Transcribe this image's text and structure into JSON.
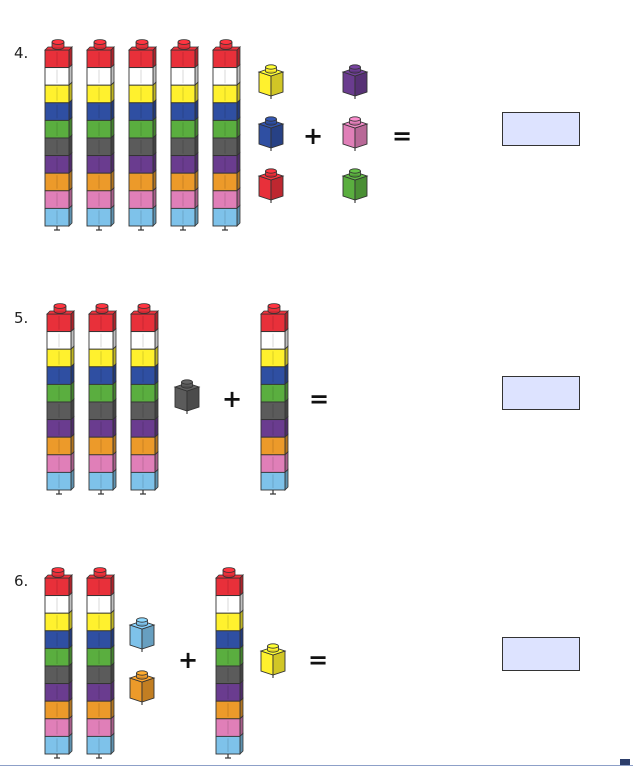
{
  "problems": [
    {
      "number": "4.",
      "plus": "+",
      "equals": "=",
      "towers": 5,
      "tower_colors": [
        "red",
        "white",
        "yellow",
        "blue",
        "green",
        "gray",
        "purple",
        "orange",
        "pink",
        "lightblue"
      ],
      "loose_cubes": [
        "yellow",
        "purple",
        "blue",
        "pink",
        "red",
        "green"
      ]
    },
    {
      "number": "5.",
      "plus": "+",
      "equals": "=",
      "towers": 3,
      "tower_colors": [
        "red",
        "white",
        "yellow",
        "blue",
        "green",
        "gray",
        "purple",
        "orange",
        "pink",
        "lightblue"
      ],
      "loose_cubes": [
        "gray"
      ],
      "second_tower": 1
    },
    {
      "number": "6.",
      "plus": "+",
      "equals": "=",
      "towers": 2,
      "tower_colors": [
        "red",
        "white",
        "yellow",
        "blue",
        "green",
        "gray",
        "purple",
        "orange",
        "pink",
        "lightblue"
      ],
      "loose_cubes": [
        "lightblue",
        "orange"
      ],
      "second_tower": 1,
      "after_plus_cube": [
        "yellow"
      ]
    }
  ],
  "colors": {
    "red": "#e8303a",
    "white": "#ffffff",
    "yellow": "#fff12e",
    "blue": "#2f4fa2",
    "green": "#5aae3f",
    "gray": "#5b5b5b",
    "purple": "#6a3c8f",
    "orange": "#ec9a2a",
    "pink": "#e07fb8",
    "lightblue": "#7ec2ea"
  }
}
